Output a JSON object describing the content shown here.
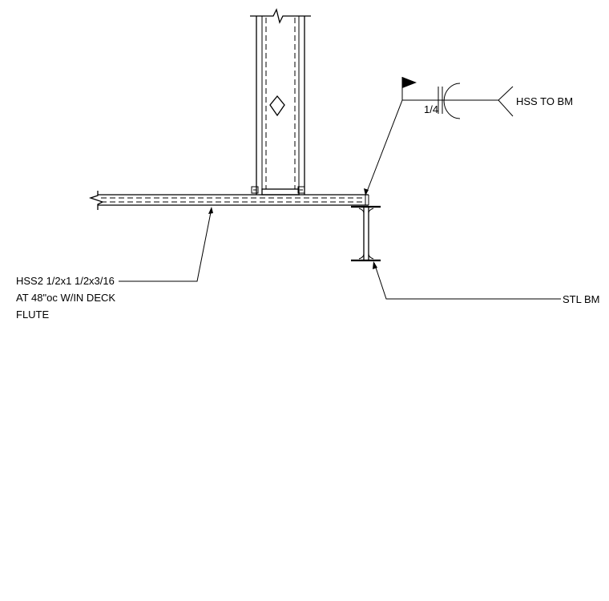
{
  "labels": {
    "weld_size": "1/4",
    "weld_note": "HSS TO BM",
    "hss_callout": [
      "HSS2 1/2x1 1/2x3/16",
      "AT 48\"oc W/IN DECK",
      "FLUTE"
    ],
    "beam_callout": "STL BM"
  },
  "colors": {
    "ink": "#000000",
    "background": "#ffffff"
  },
  "symbols": [
    "field-weld-flag",
    "fillet-weld-symbol",
    "weld-all-around-arc",
    "section-diamond",
    "break-line"
  ]
}
